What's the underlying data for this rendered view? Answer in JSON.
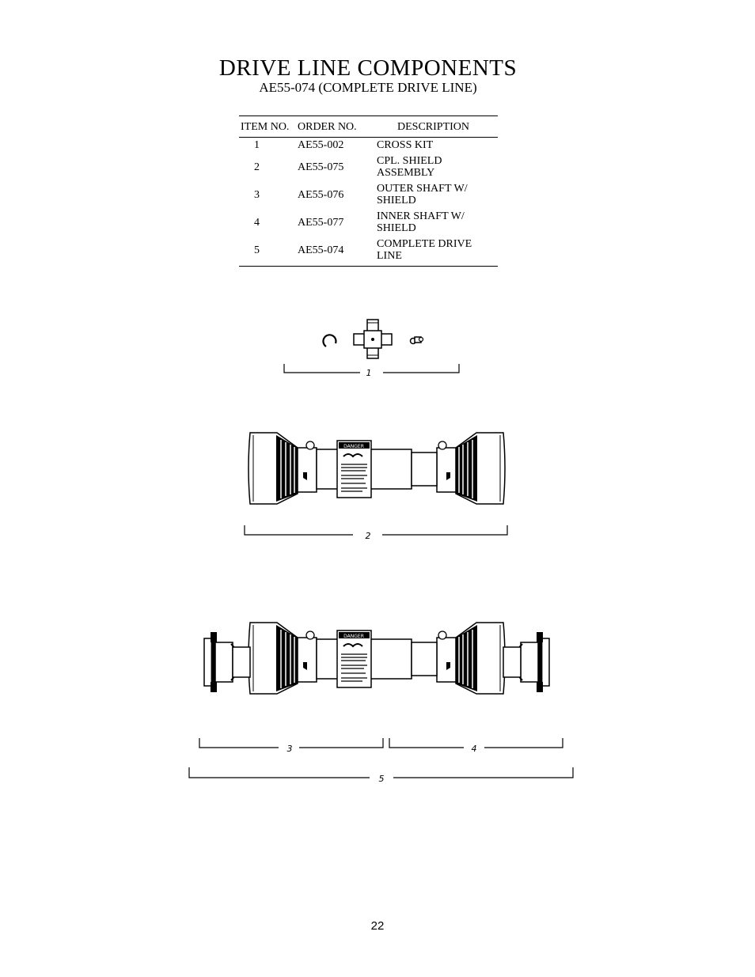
{
  "page": {
    "title": "DRIVE LINE COMPONENTS",
    "subtitle": "AE55-074 (COMPLETE DRIVE LINE)",
    "page_number": "22"
  },
  "table": {
    "headers": [
      "ITEM NO.",
      "ORDER NO.",
      "DESCRIPTION"
    ],
    "rows": [
      [
        "1",
        "AE55-002",
        "CROSS KIT"
      ],
      [
        "2",
        "AE55-075",
        "CPL. SHIELD ASSEMBLY"
      ],
      [
        "3",
        "AE55-076",
        "OUTER SHAFT W/ SHIELD"
      ],
      [
        "4",
        "AE55-077",
        "INNER SHAFT W/ SHIELD"
      ],
      [
        "5",
        "AE55-074",
        "COMPLETE DRIVE LINE"
      ]
    ]
  },
  "callouts": {
    "c1": "1",
    "c2": "2",
    "c3": "3",
    "c4": "4",
    "c5": "5"
  },
  "decals": {
    "label": "DANGER"
  }
}
